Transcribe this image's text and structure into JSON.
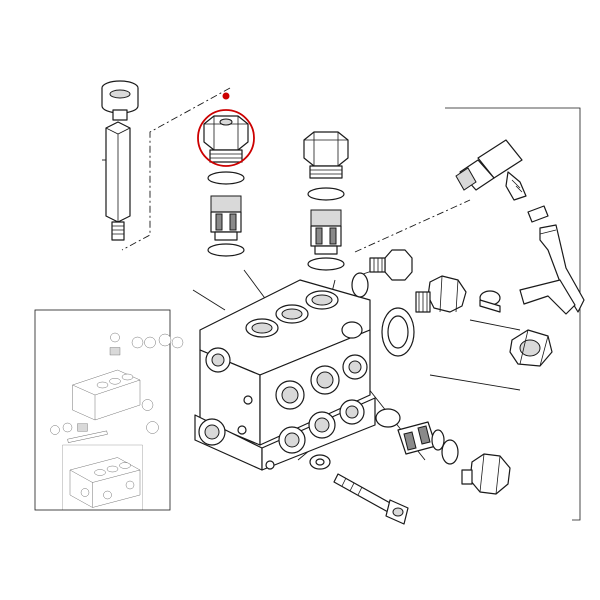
{
  "colors": {
    "line": "#1a1a1a",
    "background": "#ffffff",
    "highlight": "#cc0000",
    "shade": "#d9d9d9"
  },
  "parts": {
    "manifold": "pump-manifold-block",
    "gauge": "pressure-gauge",
    "gauge_extension": "gauge-extension-tube",
    "highlighted": "valve-plug-highlighted",
    "valve_plug": "valve-plug",
    "check_valve": "check-valve",
    "o_ring": "o-ring",
    "elbow": "elbow-hose-fitting",
    "hose": "bypass-hose",
    "bolt": "manifold-bolt",
    "drain_plug": "drain-plug",
    "inset": "assembly-overview-inset"
  }
}
